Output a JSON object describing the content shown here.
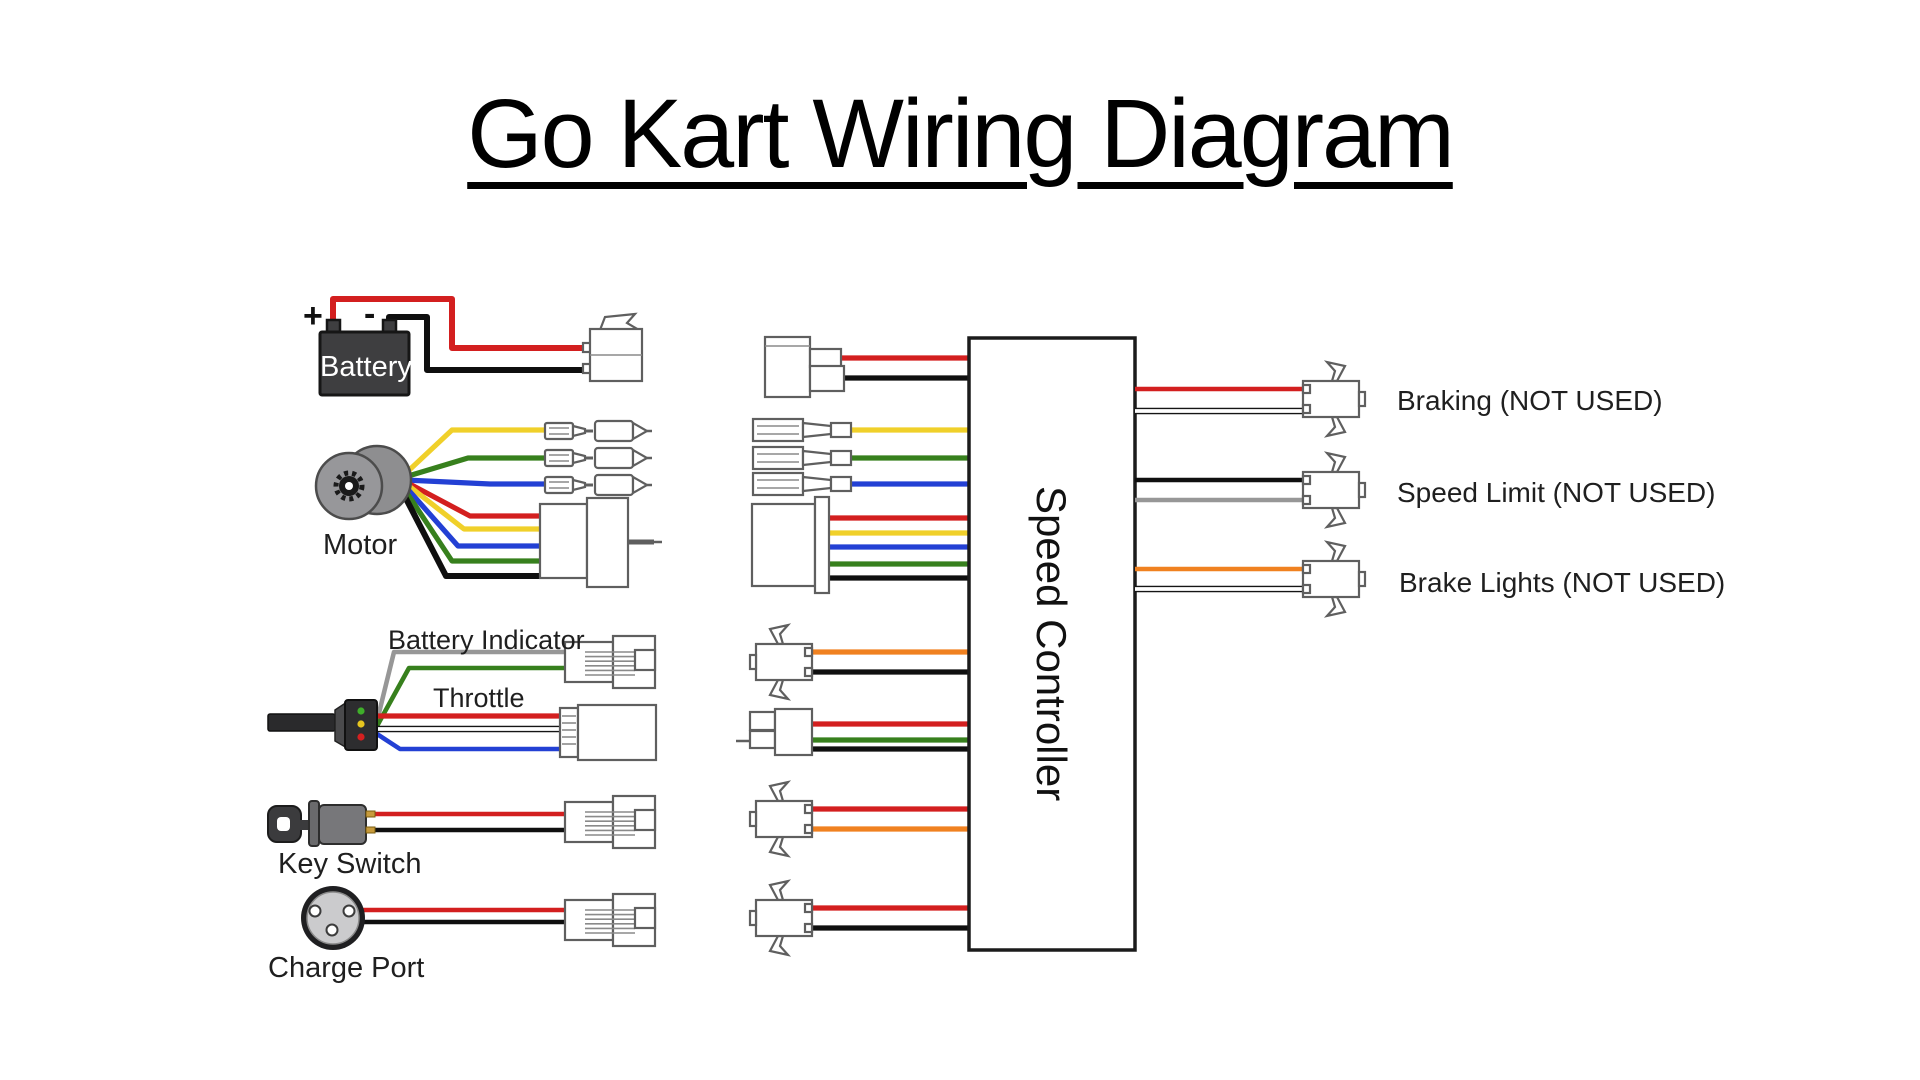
{
  "title": "Go Kart Wiring Diagram",
  "colors": {
    "wire-red": "#d31f1f",
    "wire-black": "#0f0f0f",
    "wire-yellow": "#f0d02a",
    "wire-green": "#37801d",
    "wire-blue": "#2340d4",
    "wire-orange": "#f08120",
    "wire-gray": "#979797",
    "outline": "#5f5f5f",
    "battery-fill": "#3e3e40",
    "motor-fill": "#8e8e90"
  },
  "components": {
    "battery": {
      "label": "Battery",
      "positive": "+",
      "negative": "-"
    },
    "motor": {
      "label": "Motor"
    },
    "battery_indicator": {
      "label": "Battery Indicator"
    },
    "throttle": {
      "label": "Throttle"
    },
    "key_switch": {
      "label": "Key Switch"
    },
    "charge_port": {
      "label": "Charge Port"
    },
    "speed_controller": {
      "label": "Speed Controller"
    }
  },
  "controller_outputs": [
    {
      "label": "Braking (NOT USED)"
    },
    {
      "label": "Speed Limit (NOT USED)"
    },
    {
      "label": "Brake Lights (NOT USED)"
    }
  ]
}
